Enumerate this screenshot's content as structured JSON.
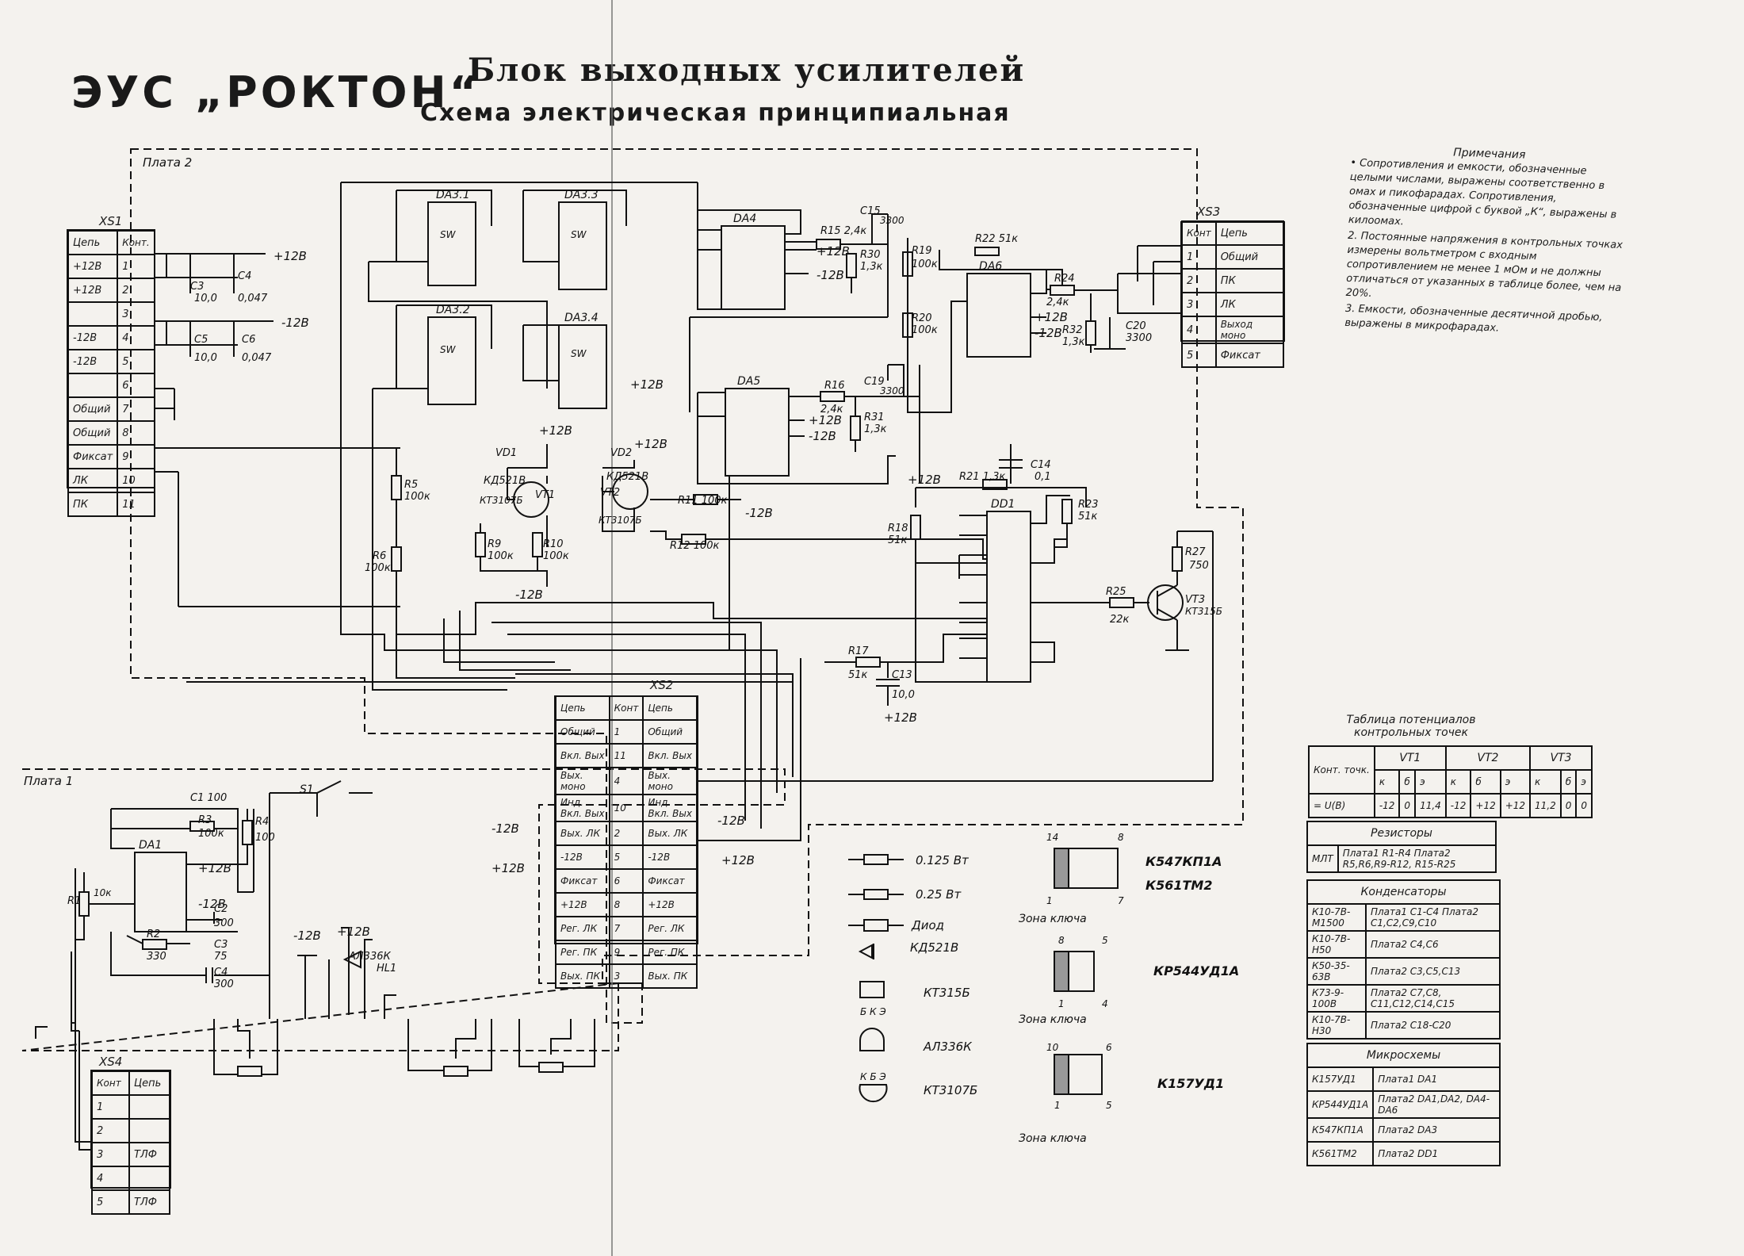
{
  "header": {
    "product": "ЭУС „РОКТОН“",
    "block_title": "Блок выходных усилителей",
    "subtitle": "Схема электрическая принципиальная"
  },
  "notes": {
    "title": "Примечания",
    "items": [
      "• Сопротивления и емкости, обозначенные целыми числами, выражены соответственно в омах и пикофарадах. Сопротивления, обозначенные цифрой с буквой „К“, выражены в килоомах.",
      "2. Постоянные напряжения в контрольных точках измерены вольтметром с входным сопротивлением не менее 1 мОм и не должны отличаться от указанных в таблице более, чем на 20%.",
      "3. Емкости, обозначенные десятичной дробью, выражены в микрофарадах."
    ]
  },
  "boards": {
    "board1": "Плата 1",
    "board2": "Плата 2"
  },
  "connectors": {
    "xs1": {
      "name": "XS1",
      "col_circuit": "Цепь",
      "col_contact": "Конт.",
      "rows": [
        {
          "n": "1",
          "c": "+12В"
        },
        {
          "n": "2",
          "c": "+12В"
        },
        {
          "n": "3",
          "c": ""
        },
        {
          "n": "4",
          "c": "-12В"
        },
        {
          "n": "5",
          "c": "-12В"
        },
        {
          "n": "6",
          "c": ""
        },
        {
          "n": "7",
          "c": "Общий"
        },
        {
          "n": "8",
          "c": "Общий"
        },
        {
          "n": "9",
          "c": "Фиксат"
        },
        {
          "n": "10",
          "c": "ЛК"
        },
        {
          "n": "11",
          "c": "ПК"
        }
      ]
    },
    "xs3": {
      "name": "XS3",
      "col_contact": "Конт",
      "col_circuit": "Цепь",
      "rows": [
        {
          "n": "1",
          "c": "Общий"
        },
        {
          "n": "2",
          "c": "ПК"
        },
        {
          "n": "3",
          "c": "ЛК"
        },
        {
          "n": "4",
          "c": "Выход моно"
        },
        {
          "n": "5",
          "c": "Фиксат"
        }
      ]
    },
    "xs2": {
      "name": "XS2",
      "col_a": "Цепь",
      "col_n": "Конт",
      "col_b": "Цепь",
      "rows": [
        {
          "a": "Общий",
          "n": "1",
          "b": "Общий"
        },
        {
          "a": "Вкл. Вых",
          "n": "11",
          "b": "Вкл. Вых"
        },
        {
          "a": "Вых. моно",
          "n": "4",
          "b": "Вых. моно"
        },
        {
          "a": "Инд. Вкл. Вых",
          "n": "10",
          "b": "Инд. Вкл. Вых"
        },
        {
          "a": "Вых. ЛК",
          "n": "2",
          "b": "Вых. ЛК"
        },
        {
          "a": "-12В",
          "n": "5",
          "b": "-12В"
        },
        {
          "a": "Фиксат",
          "n": "6",
          "b": "Фиксат"
        },
        {
          "a": "+12В",
          "n": "8",
          "b": "+12В"
        },
        {
          "a": "Рег. ЛК",
          "n": "7",
          "b": "Рег. ЛК"
        },
        {
          "a": "Рег. ПК",
          "n": "9",
          "b": "Рег. ПК"
        },
        {
          "a": "Вых. ПК",
          "n": "3",
          "b": "Вых. ПК"
        }
      ]
    },
    "xs4": {
      "name": "XS4",
      "col_contact": "Конт",
      "col_circuit": "Цепь",
      "rows": [
        {
          "n": "1",
          "c": ""
        },
        {
          "n": "2",
          "c": ""
        },
        {
          "n": "3",
          "c": "ТЛФ"
        },
        {
          "n": "4",
          "c": ""
        },
        {
          "n": "5",
          "c": "ТЛФ"
        }
      ]
    }
  },
  "components": {
    "ics": [
      "DA3.1",
      "DA3.3",
      "DA3.2",
      "DA3.4",
      "DA4",
      "DA5",
      "DA6",
      "DD1",
      "DA1"
    ],
    "resistors": [
      {
        "ref": "R15",
        "val": "2,4к"
      },
      {
        "ref": "R30",
        "val": "1,3к"
      },
      {
        "ref": "R19",
        "val": "100к"
      },
      {
        "ref": "R22",
        "val": "51к"
      },
      {
        "ref": "R24",
        "val": "2,4к"
      },
      {
        "ref": "R20",
        "val": "100к"
      },
      {
        "ref": "R32",
        "val": "1,3к"
      },
      {
        "ref": "R16",
        "val": "2,4к"
      },
      {
        "ref": "R31",
        "val": "1,3к"
      },
      {
        "ref": "R5",
        "val": "100к"
      },
      {
        "ref": "R6",
        "val": "100к"
      },
      {
        "ref": "R9",
        "val": "100к"
      },
      {
        "ref": "R10",
        "val": "100к"
      },
      {
        "ref": "R11",
        "val": "100к"
      },
      {
        "ref": "R12",
        "val": "100к"
      },
      {
        "ref": "R21",
        "val": "1,3к"
      },
      {
        "ref": "R23",
        "val": "51к"
      },
      {
        "ref": "R18",
        "val": "51к"
      },
      {
        "ref": "R25",
        "val": "22к"
      },
      {
        "ref": "R27",
        "val": "750"
      },
      {
        "ref": "R17",
        "val": "51к"
      },
      {
        "ref": "R3",
        "val": "100к"
      },
      {
        "ref": "R4",
        "val": "100"
      },
      {
        "ref": "R1",
        "val": "10к"
      },
      {
        "ref": "R2",
        "val": "330"
      }
    ],
    "capacitors": [
      {
        "ref": "C3",
        "val": "10,0"
      },
      {
        "ref": "C4",
        "val": "0,047"
      },
      {
        "ref": "C5",
        "val": "10,0"
      },
      {
        "ref": "C6",
        "val": "0,047"
      },
      {
        "ref": "C15",
        "val": "3300"
      },
      {
        "ref": "C20",
        "val": "3300"
      },
      {
        "ref": "C19",
        "val": "3300"
      },
      {
        "ref": "C14",
        "val": "0,1"
      },
      {
        "ref": "C13",
        "val": "10,0"
      },
      {
        "ref": "C1",
        "val": "100"
      },
      {
        "ref": "C2",
        "val": "300"
      },
      {
        "ref": "C3",
        "val": "75"
      },
      {
        "ref": "C4",
        "val": "300"
      }
    ],
    "semis": [
      "VD1",
      "КД521В",
      "VT1",
      "КТ3107Б",
      "VD2",
      "VT2",
      "VT3",
      "КТ315Б",
      "АЛ336К",
      "HL1"
    ],
    "switch": "S1"
  },
  "supply": {
    "plus": "+12В",
    "minus": "-12В"
  },
  "legend": {
    "items": [
      {
        "label": "0.125 Вт",
        "icon": "resistor-0125-icon"
      },
      {
        "label": "0.25 Вт",
        "icon": "resistor-025-icon"
      },
      {
        "label": "Диод КД521В",
        "icon": "diode-icon"
      },
      {
        "label": "КТ315Б",
        "icon": "transistor-315-icon"
      },
      {
        "label": "АЛ336К",
        "icon": "led-icon"
      },
      {
        "label": "КТ3107Б",
        "icon": "transistor-3107-icon"
      }
    ],
    "packages": [
      {
        "label": "К547КП1А К561ТМ2",
        "pins": "14 / 8 / 1 / 7",
        "key": "Зона ключа"
      },
      {
        "label": "КР544УД1А",
        "pins": "8 / 5 / 1 / 4",
        "key": "Зона ключа"
      },
      {
        "label": "К157УД1",
        "pins": "10 / 6 / 1 / 5",
        "key": "Зона ключа"
      }
    ]
  },
  "potentials": {
    "title": "Таблица потенциалов контрольных точек",
    "col_point": "Конт. точк.",
    "groups": [
      "VT1",
      "VT2",
      "VT3"
    ],
    "sub": [
      "к",
      "б",
      "э",
      "к",
      "б",
      "э",
      "к",
      "б",
      "э"
    ],
    "row_label": "= U(В)",
    "values": [
      "-12",
      "0",
      "11,4",
      "-12",
      "+12",
      "+12",
      "11,2",
      "0",
      "0"
    ]
  },
  "bom": {
    "resistors_title": "Резисторы",
    "resistors": [
      {
        "type": "МЛТ",
        "refs": "Плата1 R1-R4 Плата2 R5,R6,R9-R12, R15-R25"
      }
    ],
    "caps_title": "Конденсаторы",
    "caps": [
      {
        "type": "К10-7В-М1500",
        "refs": "Плата1 С1-С4 Плата2 С1,С2,С9,С10"
      },
      {
        "type": "К10-7В-Н50",
        "refs": "Плата2 С4,С6"
      },
      {
        "type": "К50-35-63В",
        "refs": "Плата2 С3,С5,С13"
      },
      {
        "type": "К73-9-100В",
        "refs": "Плата2 С7,С8, С11,С12,С14,С15"
      },
      {
        "type": "К10-7В-Н30",
        "refs": "Плата2 С18-С20"
      }
    ],
    "ics_title": "Микросхемы",
    "ics": [
      {
        "type": "К157УД1",
        "refs": "Плата1 DA1"
      },
      {
        "type": "КР544УД1А",
        "refs": "Плата2 DA1,DA2, DA4-DA6"
      },
      {
        "type": "К547КП1А",
        "refs": "Плата2 DA3"
      },
      {
        "type": "К561ТМ2",
        "refs": "Плата2 DD1"
      }
    ]
  }
}
